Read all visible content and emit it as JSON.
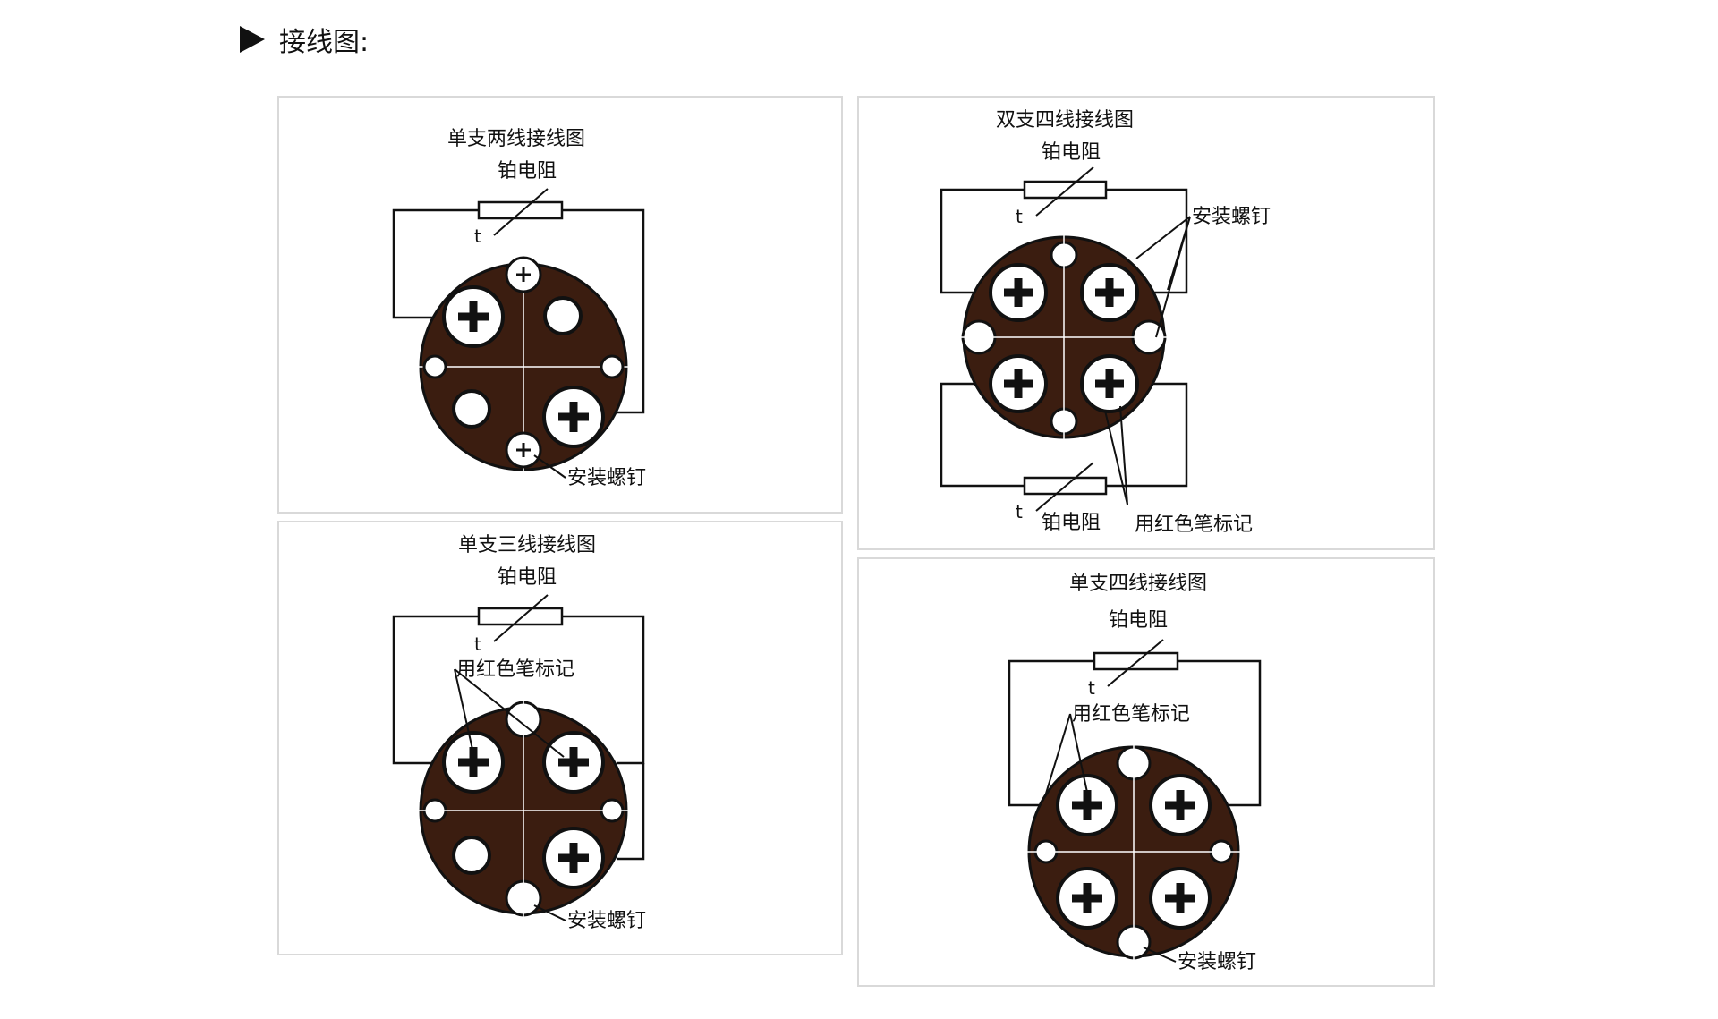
{
  "section_heading": "接线图:",
  "panels": [
    {
      "title": "单支两线接线图",
      "resistor_label": "铂电阻",
      "t_label": "t",
      "screw_label": "安装螺钉"
    },
    {
      "title": "双支四线接线图",
      "resistor_label": "铂电阻",
      "resistor_label_bottom": "铂电阻",
      "t_label": "t",
      "t_label_bottom": "t",
      "screw_label": "安装螺钉",
      "red_mark_label": "用红色笔标记"
    },
    {
      "title": "单支三线接线图",
      "resistor_label": "铂电阻",
      "t_label": "t",
      "screw_label": "安装螺钉",
      "red_mark_label": "用红色笔标记"
    },
    {
      "title": "单支四线接线图",
      "resistor_label": "铂电阻",
      "t_label": "t",
      "screw_label": "安装螺钉",
      "red_mark_label": "用红色笔标记"
    }
  ],
  "colors": {
    "line": "#111111",
    "block_fill": "#3b1d10",
    "border": "#d9d9d9"
  }
}
